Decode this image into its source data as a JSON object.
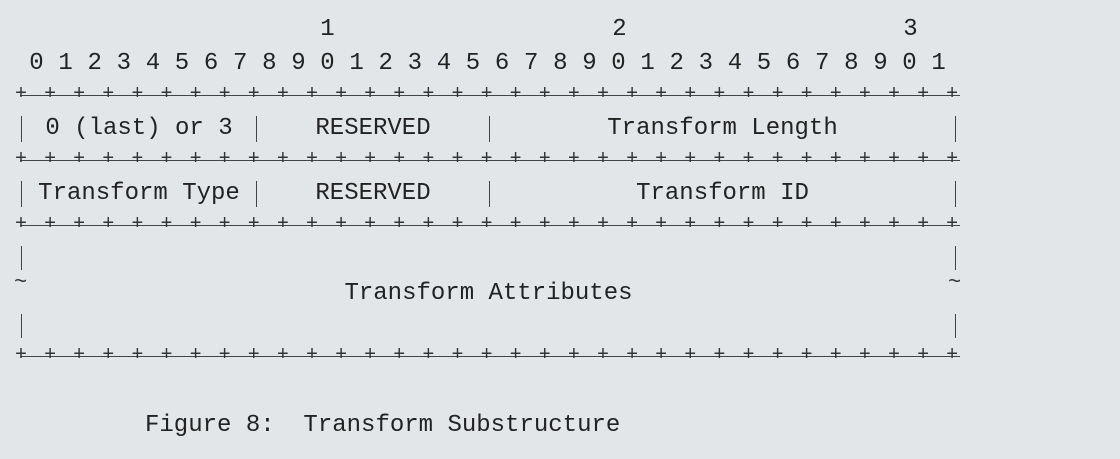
{
  "ruler": {
    "tens": [
      "1",
      "2",
      "3"
    ],
    "units": [
      "0",
      "1",
      "2",
      "3",
      "4",
      "5",
      "6",
      "7",
      "8",
      "9",
      "0",
      "1",
      "2",
      "3",
      "4",
      "5",
      "6",
      "7",
      "8",
      "9",
      "0",
      "1",
      "2",
      "3",
      "4",
      "5",
      "6",
      "7",
      "8",
      "9",
      "0",
      "1"
    ]
  },
  "rows": {
    "row1": {
      "field_a": "0 (last) or 3",
      "field_b": "RESERVED",
      "field_c": "Transform Length"
    },
    "row2": {
      "field_a": "Transform Type",
      "field_b": "RESERVED",
      "field_c": "Transform ID"
    },
    "row3": {
      "field_a": "Transform Attributes"
    }
  },
  "caption": "Figure 8:  Transform Substructure",
  "colors": {
    "background": "#e3e6e9",
    "ink": "#222222"
  }
}
